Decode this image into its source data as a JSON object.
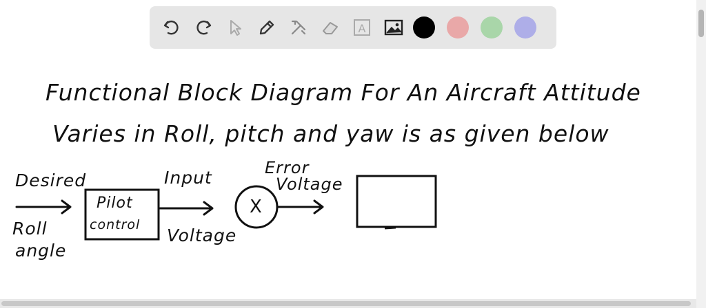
{
  "toolbar": {
    "tools": [
      {
        "name": "undo-icon"
      },
      {
        "name": "redo-icon"
      },
      {
        "name": "pointer-icon"
      },
      {
        "name": "pen-icon"
      },
      {
        "name": "tools-icon"
      },
      {
        "name": "eraser-icon"
      },
      {
        "name": "text-icon",
        "glyph": "A"
      },
      {
        "name": "image-icon"
      }
    ],
    "colors": [
      "#000000",
      "#e9a8a8",
      "#a9d6a9",
      "#aeaee8"
    ]
  },
  "board": {
    "line1": "Functional Block Diagram For An Aircraft Attitude",
    "line2": "Varies in Roll, pitch and yaw is as given below",
    "desired": "Desired",
    "roll": "Roll",
    "angle": "angle",
    "pilot": "Pilot",
    "control": "control",
    "input": "Input",
    "voltage1": "Voltage",
    "multiply": "X",
    "error": "Error",
    "voltage2": "Voltage"
  }
}
